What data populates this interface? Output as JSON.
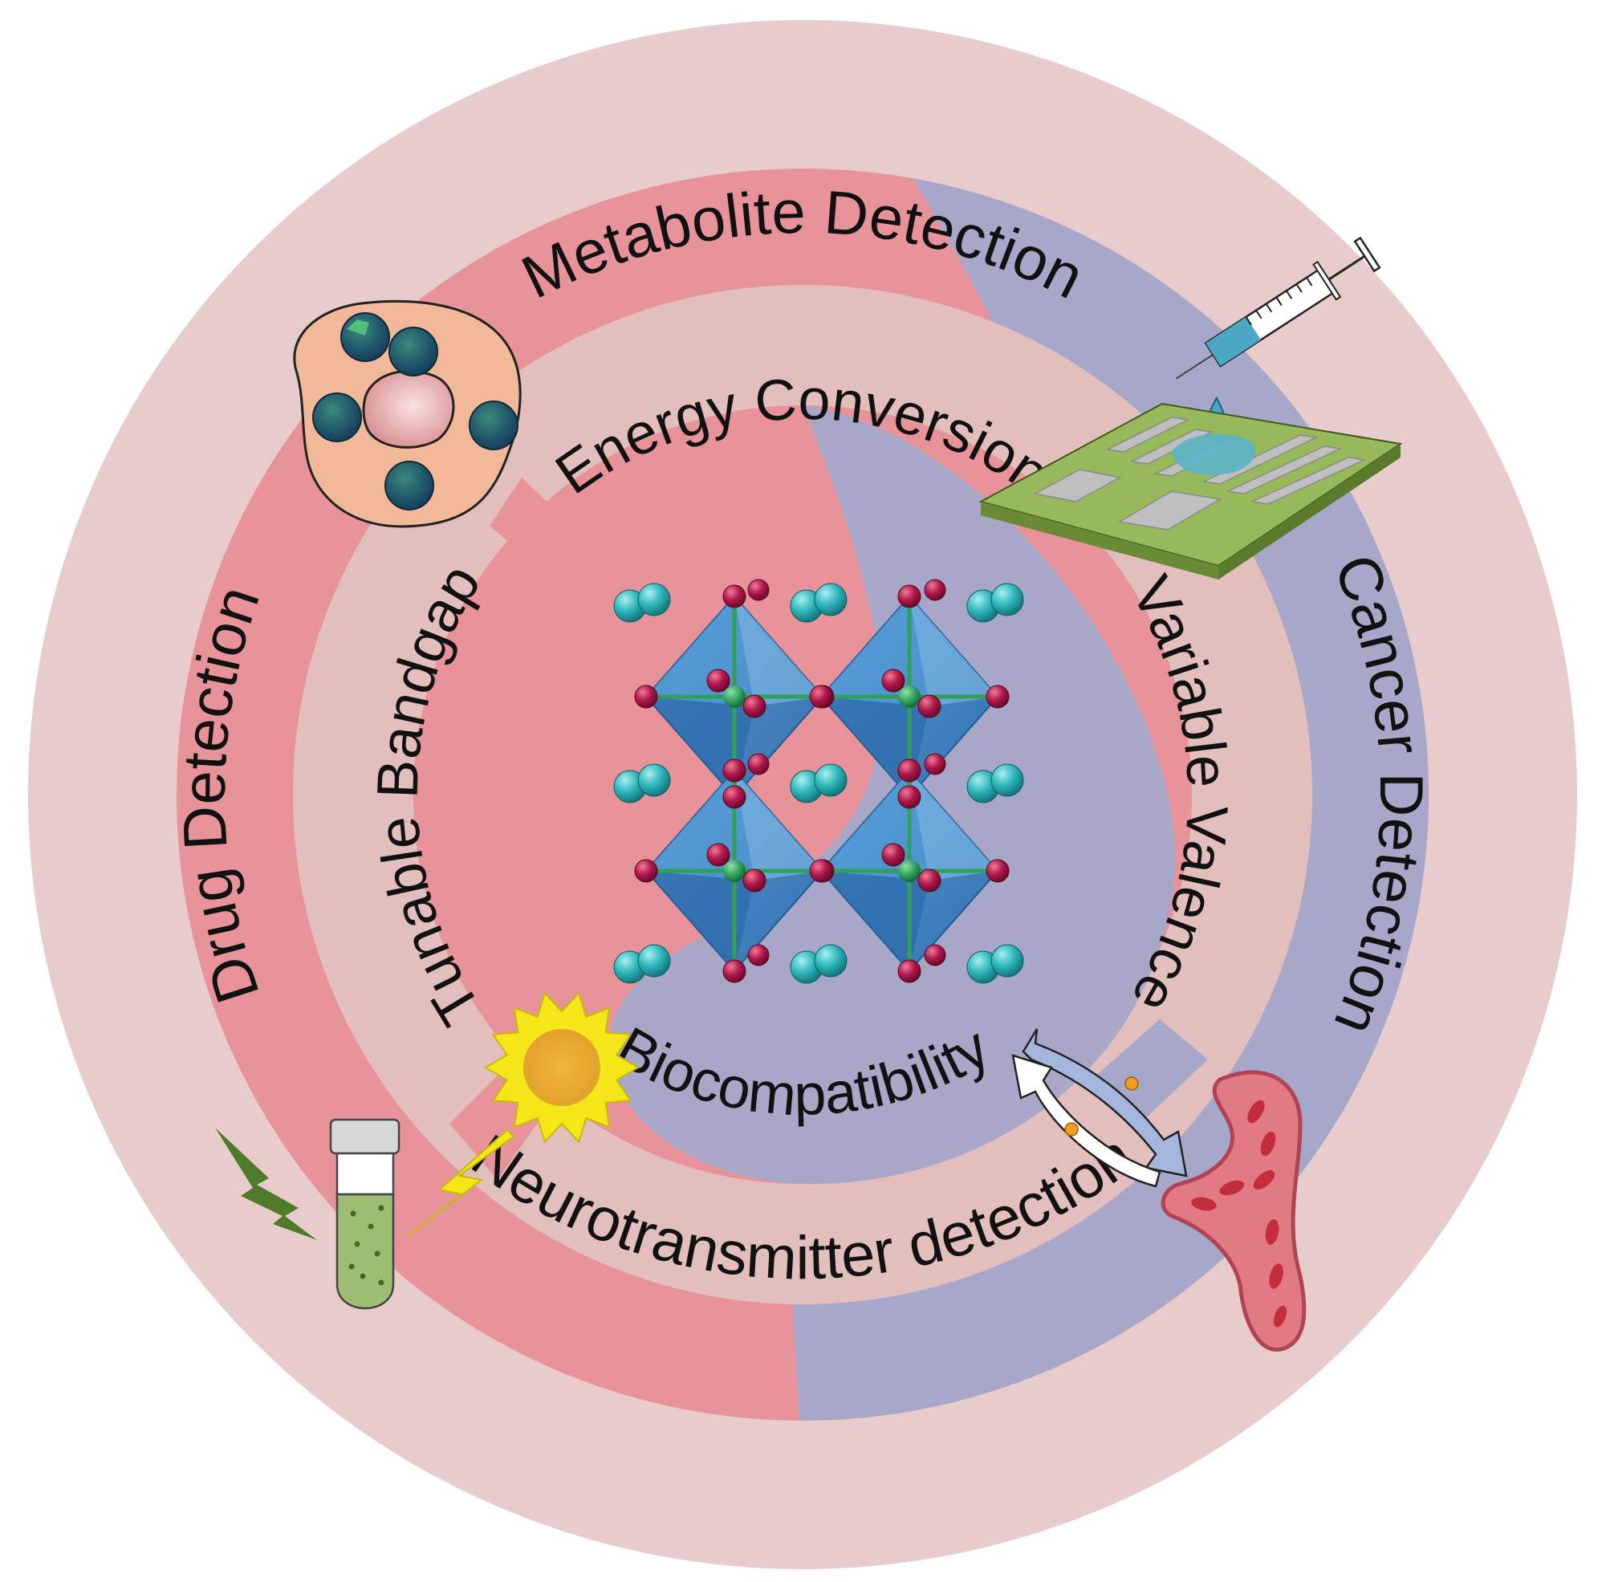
{
  "outer_ring": {
    "top": "Metabolite Detection",
    "right": "Cancer Detection",
    "bottom": "Neurotransmitter detection",
    "left": "Drug Detection"
  },
  "inner_ring": {
    "top": "Energy Conversion",
    "right": "Variable Valence",
    "bottom": "Biocompatibility",
    "left": "Tunable Bandgap"
  },
  "colors": {
    "outer_ring": "#e7cccb",
    "pink_band": "#e8939a",
    "purple_band": "#a7a7c9",
    "inner_ring": "#e2bfbc",
    "octahedron": "#3d87c8",
    "halide_atom": "#b0174a",
    "cation_atom": "#27b3b8",
    "center_atom": "#2ea05a"
  },
  "icons": [
    "cell-with-nanoparticles-icon",
    "syringe-icon",
    "sensor-chip-icon",
    "sun-icon",
    "lightning-icon",
    "test-tube-icon",
    "blood-vessel-icon",
    "redox-arrows-icon",
    "perovskite-crystal-icon"
  ]
}
